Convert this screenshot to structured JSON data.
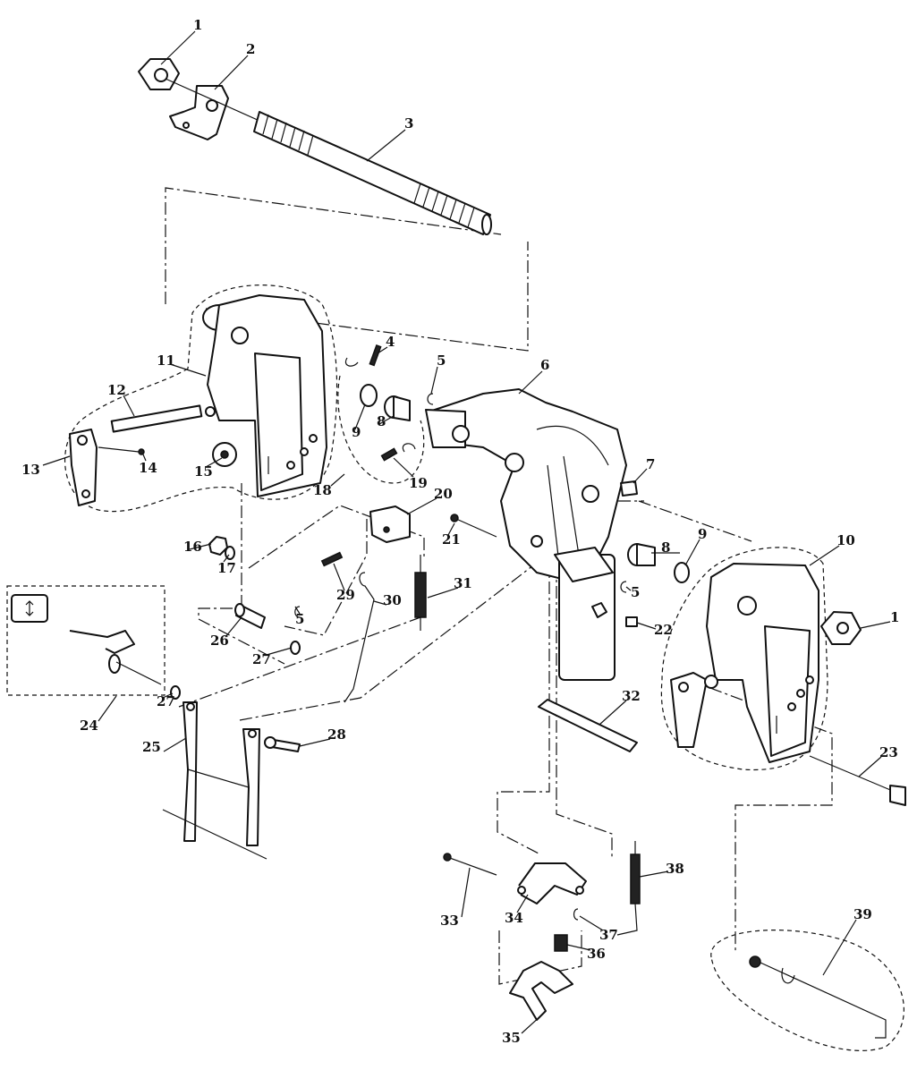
{
  "diagram": {
    "type": "exploded-parts-diagram",
    "callouts": [
      "1",
      "2",
      "3",
      "4",
      "5",
      "6",
      "7",
      "8",
      "9",
      "11",
      "12",
      "13",
      "14",
      "15",
      "18",
      "19",
      "20",
      "16",
      "17",
      "21",
      "29",
      "31",
      "30",
      "5",
      "8",
      "9",
      "10",
      "5",
      "1",
      "22",
      "26",
      "27",
      "24",
      "27",
      "25",
      "28",
      "32",
      "23",
      "38",
      "33",
      "34",
      "37",
      "36",
      "39",
      "35"
    ]
  }
}
